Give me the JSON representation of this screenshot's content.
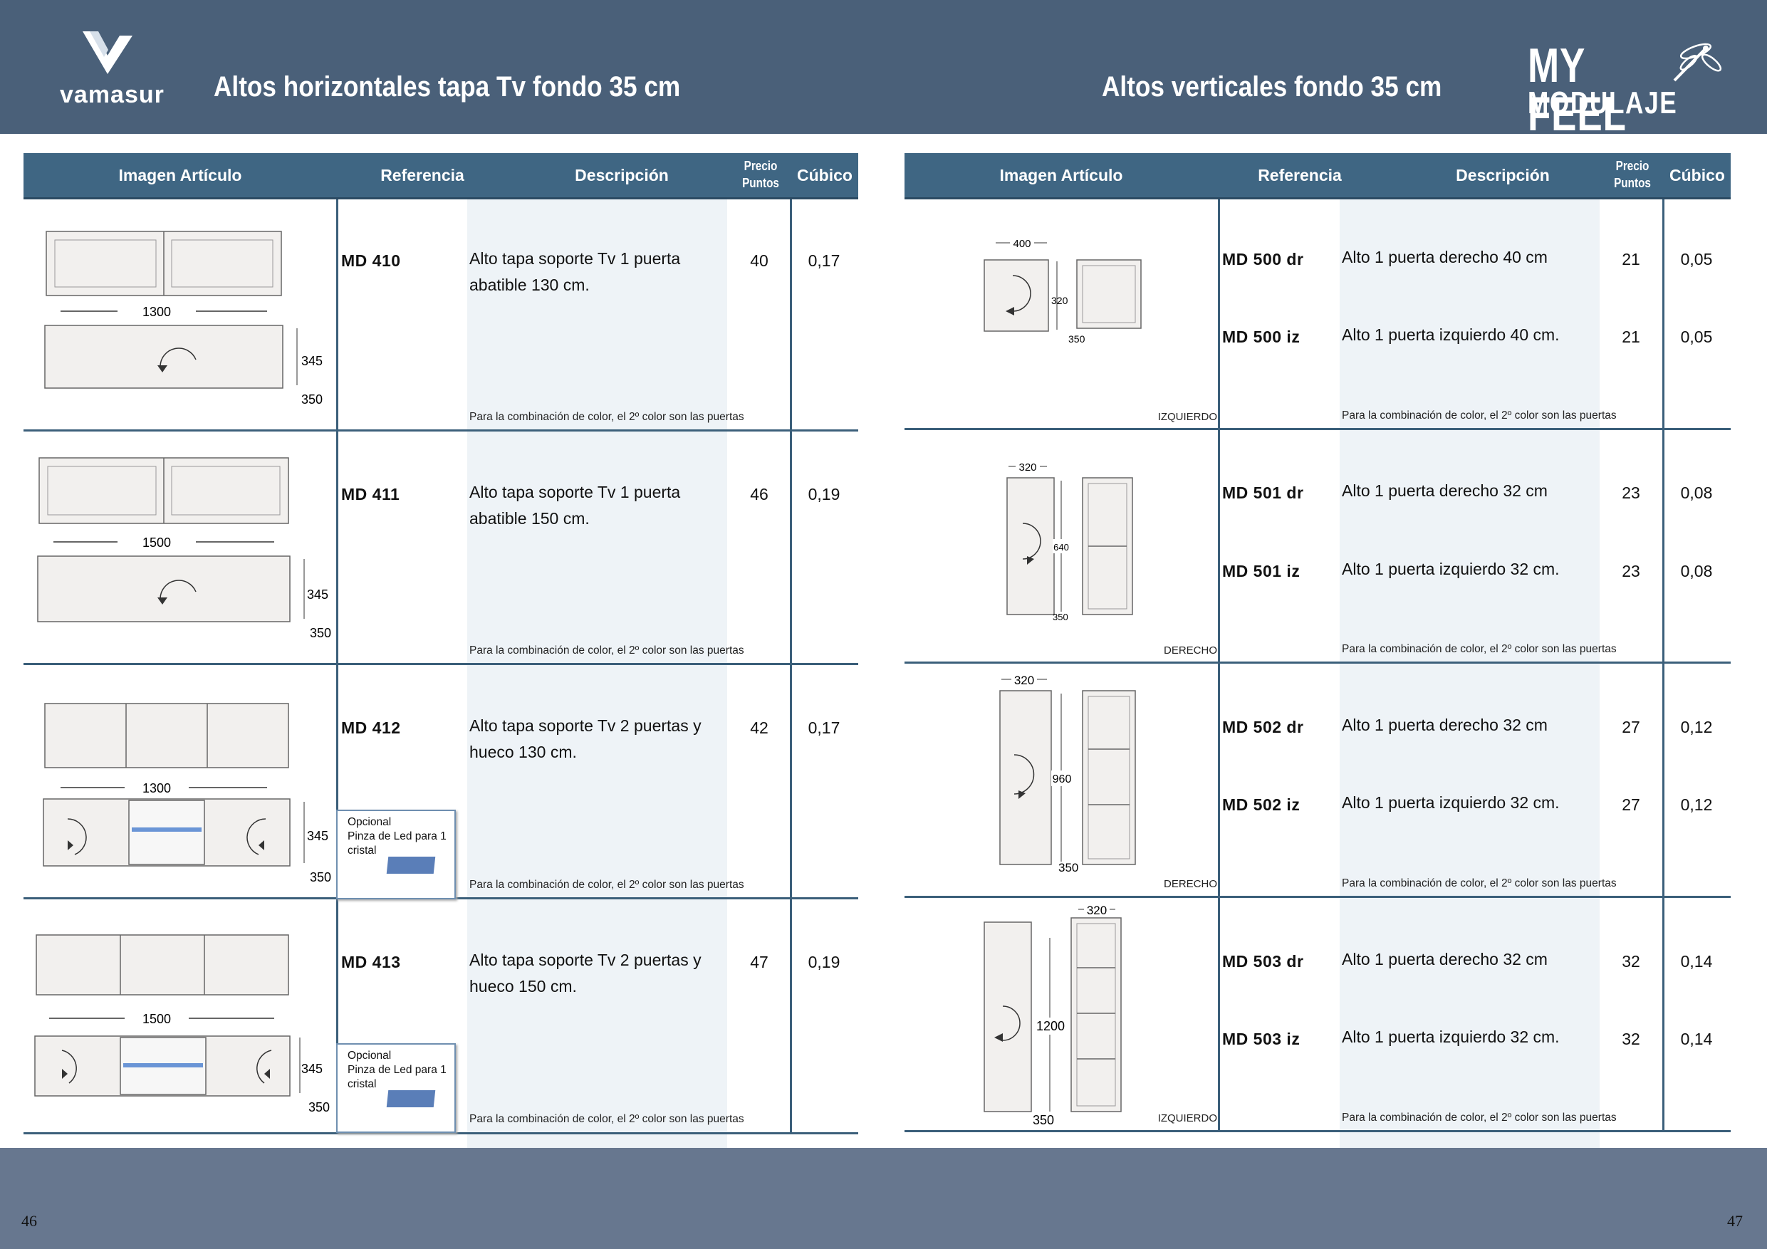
{
  "header": {
    "brand_left": "vamasur",
    "title_left": "Altos horizontales tapa Tv fondo 35 cm",
    "title_right": "Altos verticales fondo 35 cm",
    "brand_right_line1": "MY FEEL",
    "brand_right_line2": "MODULAJE",
    "band_color": "#4a6079"
  },
  "columns": {
    "image": "Imagen Artículo",
    "ref": "Referencia",
    "desc": "Descripción",
    "price_1": "Precio",
    "price_2": "Puntos",
    "cubic": "Cúbico"
  },
  "note": "Para la combinación de color, el 2º color son las puertas",
  "optional": {
    "line1": "Opcional",
    "line2": "Pinza de Led para 1 cristal"
  },
  "left_rows": [
    {
      "ref": "MD 410",
      "desc": "Alto tapa soporte Tv 1 puerta abatible 130 cm.",
      "price": "40",
      "cubic": "0,17",
      "width_dim": "1300",
      "h_dim": "345",
      "d_dim": "350"
    },
    {
      "ref": "MD 411",
      "desc": "Alto tapa soporte Tv 1 puerta abatible 150 cm.",
      "price": "46",
      "cubic": "0,19",
      "width_dim": "1500",
      "h_dim": "345",
      "d_dim": "350"
    },
    {
      "ref": "MD 412",
      "desc": "Alto tapa soporte Tv 2 puertas y hueco 130 cm.",
      "price": "42",
      "cubic": "0,17",
      "width_dim": "1300",
      "h_dim": "345",
      "d_dim": "350"
    },
    {
      "ref": "MD 413",
      "desc": "Alto tapa soporte Tv 2 puertas y hueco 150 cm.",
      "price": "47",
      "cubic": "0,19",
      "width_dim": "1500",
      "h_dim": "345",
      "d_dim": "350"
    }
  ],
  "right_rows": [
    {
      "side": "IZQUIERDO",
      "w_dim": "400",
      "h_dim": "320",
      "d_dim": "350",
      "items": [
        {
          "ref": "MD 500 dr",
          "desc": "Alto 1 puerta derecho 40 cm",
          "price": "21",
          "cubic": "0,05"
        },
        {
          "ref": "MD 500 iz",
          "desc": "Alto 1 puerta izquierdo 40 cm.",
          "price": "21",
          "cubic": "0,05"
        }
      ]
    },
    {
      "side": "DERECHO",
      "w_dim": "320",
      "h_dim": "640",
      "d_dim": "350",
      "items": [
        {
          "ref": "MD 501 dr",
          "desc": "Alto 1 puerta derecho 32 cm",
          "price": "23",
          "cubic": "0,08"
        },
        {
          "ref": "MD 501 iz",
          "desc": "Alto 1 puerta izquierdo 32 cm.",
          "price": "23",
          "cubic": "0,08"
        }
      ]
    },
    {
      "side": "DERECHO",
      "w_dim": "320",
      "h_dim": "960",
      "d_dim": "350",
      "items": [
        {
          "ref": "MD 502 dr",
          "desc": "Alto 1 puerta derecho 32 cm",
          "price": "27",
          "cubic": "0,12"
        },
        {
          "ref": "MD 502 iz",
          "desc": "Alto 1 puerta izquierdo 32 cm.",
          "price": "27",
          "cubic": "0,12"
        }
      ]
    },
    {
      "side": "IZQUIERDO",
      "w_dim": "320",
      "h_dim": "1200",
      "d_dim": "350",
      "items": [
        {
          "ref": "MD 503 dr",
          "desc": "Alto 1 puerta derecho 32 cm",
          "price": "32",
          "cubic": "0,14"
        },
        {
          "ref": "MD 503 iz",
          "desc": "Alto 1 puerta izquierdo 32 cm.",
          "price": "32",
          "cubic": "0,14"
        }
      ]
    }
  ],
  "footer": {
    "page_left": "46",
    "page_right": "47",
    "band_color": "#67778f"
  }
}
